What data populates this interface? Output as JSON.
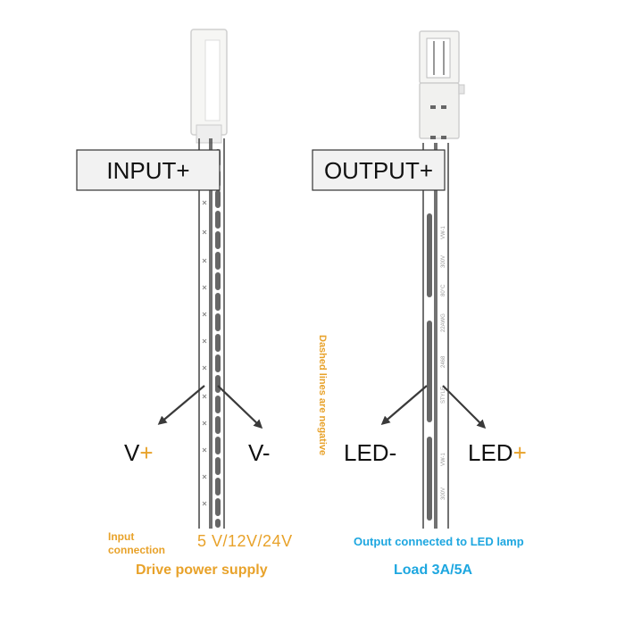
{
  "input": {
    "box_label": "INPUT+",
    "pos_label": "V",
    "pos_sign": "+",
    "neg_label": "V-",
    "connection_label": "Input connection",
    "voltage": "5 V/12V/24V",
    "drive_label": "Drive power supply"
  },
  "output": {
    "box_label": "OUTPUT+",
    "neg_label": "LED-",
    "pos_label": "LED",
    "pos_sign": "+",
    "connection_label": "Output connected to LED lamp",
    "load_label": "Load 3A/5A",
    "wire_print": [
      "VW-1",
      "300V",
      "80°C",
      "22AWG",
      "2468",
      "STYLE",
      "VW-1",
      "300V"
    ]
  },
  "note": "Dashed lines are negative",
  "colors": {
    "accent_orange": "#e8a22a",
    "accent_blue": "#1ea7e0",
    "wire_stripe": "#555555",
    "box_fill": "#f2f2f2"
  }
}
